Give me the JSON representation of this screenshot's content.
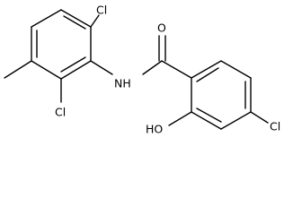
{
  "structure": {
    "kind": "skeletal-formula",
    "bond_color": "#000000",
    "label_color": "#000000",
    "background": "#ffffff"
  },
  "atoms": {
    "cl_top": "Cl",
    "cl_bottom": "Cl",
    "cl_right": "Cl",
    "nh": "NH",
    "o": "O",
    "ho": "HO"
  }
}
